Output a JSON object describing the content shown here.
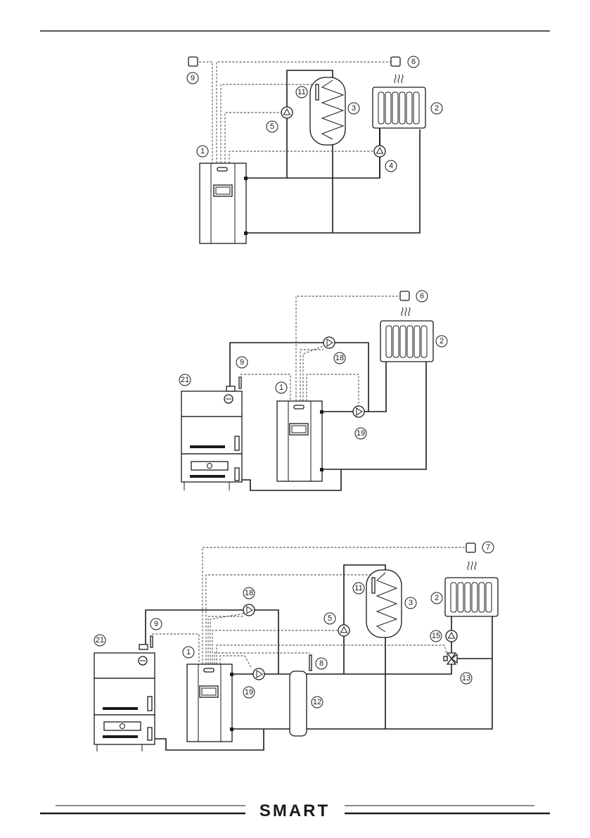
{
  "brand": {
    "logo_text": "SMART"
  },
  "colors": {
    "line": "#1a1a1a",
    "background": "#ffffff"
  },
  "diagram1": {
    "labels": {
      "boiler": "1",
      "radiator": "2",
      "tank": "3",
      "pump_heating": "4",
      "pump_tank": "5",
      "room_thermostat": "6",
      "outdoor_sensor": "9",
      "tank_sensor": "11"
    }
  },
  "diagram2": {
    "labels": {
      "boiler": "1",
      "radiator": "2",
      "room_thermostat": "6",
      "sensor": "9",
      "pump_solid": "18",
      "pump_heating": "19",
      "solid_fuel_boiler": "21"
    }
  },
  "diagram3": {
    "labels": {
      "boiler": "1",
      "radiator": "2",
      "tank": "3",
      "pump_tank": "5",
      "room_thermostat": "7",
      "sensor_8": "8",
      "sensor_9": "9",
      "tank_sensor": "11",
      "hydraulic_separator": "12",
      "mixing_valve": "13",
      "pump_mixing": "15",
      "pump_solid": "18",
      "pump_boiler": "19",
      "solid_fuel_boiler": "21"
    }
  }
}
